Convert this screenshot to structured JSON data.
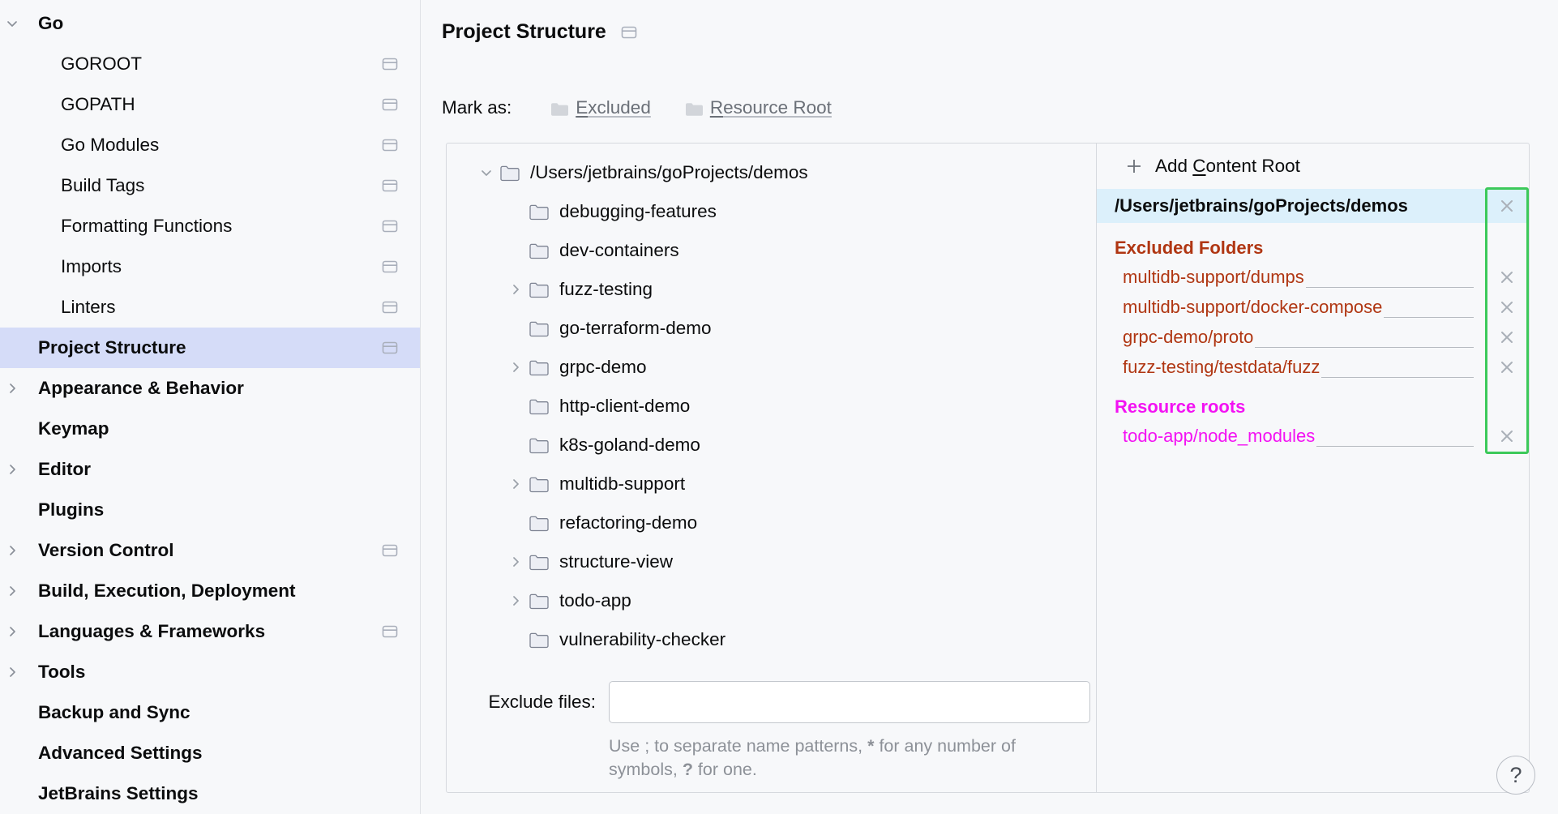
{
  "sidebar": {
    "items": [
      {
        "label": "Go",
        "level": 0,
        "bold": true,
        "twisty": "chevron-down",
        "module_icon": false,
        "selected": false
      },
      {
        "label": "GOROOT",
        "level": 1,
        "bold": false,
        "twisty": "none",
        "module_icon": true,
        "selected": false
      },
      {
        "label": "GOPATH",
        "level": 1,
        "bold": false,
        "twisty": "none",
        "module_icon": true,
        "selected": false
      },
      {
        "label": "Go Modules",
        "level": 1,
        "bold": false,
        "twisty": "none",
        "module_icon": true,
        "selected": false
      },
      {
        "label": "Build Tags",
        "level": 1,
        "bold": false,
        "twisty": "none",
        "module_icon": true,
        "selected": false
      },
      {
        "label": "Formatting Functions",
        "level": 1,
        "bold": false,
        "twisty": "none",
        "module_icon": true,
        "selected": false
      },
      {
        "label": "Imports",
        "level": 1,
        "bold": false,
        "twisty": "none",
        "module_icon": true,
        "selected": false
      },
      {
        "label": "Linters",
        "level": 1,
        "bold": false,
        "twisty": "none",
        "module_icon": true,
        "selected": false
      },
      {
        "label": "Project Structure",
        "level": 0,
        "bold": true,
        "twisty": "none",
        "module_icon": true,
        "selected": true
      },
      {
        "label": "Appearance & Behavior",
        "level": 0,
        "bold": true,
        "twisty": "chevron-right",
        "module_icon": false,
        "selected": false
      },
      {
        "label": "Keymap",
        "level": 0,
        "bold": true,
        "twisty": "none",
        "module_icon": false,
        "selected": false
      },
      {
        "label": "Editor",
        "level": 0,
        "bold": true,
        "twisty": "chevron-right",
        "module_icon": false,
        "selected": false
      },
      {
        "label": "Plugins",
        "level": 0,
        "bold": true,
        "twisty": "none",
        "module_icon": false,
        "selected": false
      },
      {
        "label": "Version Control",
        "level": 0,
        "bold": true,
        "twisty": "chevron-right",
        "module_icon": true,
        "selected": false
      },
      {
        "label": "Build, Execution, Deployment",
        "level": 0,
        "bold": true,
        "twisty": "chevron-right",
        "module_icon": false,
        "selected": false
      },
      {
        "label": "Languages & Frameworks",
        "level": 0,
        "bold": true,
        "twisty": "chevron-right",
        "module_icon": true,
        "selected": false
      },
      {
        "label": "Tools",
        "level": 0,
        "bold": true,
        "twisty": "chevron-right",
        "module_icon": false,
        "selected": false
      },
      {
        "label": "Backup and Sync",
        "level": 0,
        "bold": true,
        "twisty": "none",
        "module_icon": false,
        "selected": false
      },
      {
        "label": "Advanced Settings",
        "level": 0,
        "bold": true,
        "twisty": "none",
        "module_icon": false,
        "selected": false
      },
      {
        "label": "JetBrains Settings",
        "level": 0,
        "bold": true,
        "twisty": "none",
        "module_icon": false,
        "selected": false
      }
    ]
  },
  "header": {
    "title": "Project Structure",
    "module_icon": "module-icon"
  },
  "mark_as": {
    "label": "Mark as:",
    "buttons": [
      {
        "label": "Excluded",
        "accel": "E",
        "rest": "xcluded",
        "icon": "folder-icon"
      },
      {
        "label": "Resource Root",
        "accel": "R",
        "rest": "esource Root",
        "icon": "folder-icon"
      }
    ]
  },
  "tree": {
    "nodes": [
      {
        "label": "/Users/jetbrains/goProjects/demos",
        "depth": 0,
        "twisty": "chevron-down"
      },
      {
        "label": "debugging-features",
        "depth": 1,
        "twisty": "none"
      },
      {
        "label": "dev-containers",
        "depth": 1,
        "twisty": "none"
      },
      {
        "label": "fuzz-testing",
        "depth": 1,
        "twisty": "chevron-right"
      },
      {
        "label": "go-terraform-demo",
        "depth": 1,
        "twisty": "none"
      },
      {
        "label": "grpc-demo",
        "depth": 1,
        "twisty": "chevron-right"
      },
      {
        "label": "http-client-demo",
        "depth": 1,
        "twisty": "none"
      },
      {
        "label": "k8s-goland-demo",
        "depth": 1,
        "twisty": "none"
      },
      {
        "label": "multidb-support",
        "depth": 1,
        "twisty": "chevron-right"
      },
      {
        "label": "refactoring-demo",
        "depth": 1,
        "twisty": "none"
      },
      {
        "label": "structure-view",
        "depth": 1,
        "twisty": "chevron-right"
      },
      {
        "label": "todo-app",
        "depth": 1,
        "twisty": "chevron-right"
      },
      {
        "label": "vulnerability-checker",
        "depth": 1,
        "twisty": "none"
      }
    ]
  },
  "exclude_files": {
    "label": "Exclude files:",
    "value": "",
    "placeholder": "",
    "hint_part1": "Use ; to separate name patterns, ",
    "hint_star": "*",
    "hint_part2": " for any number of symbols, ",
    "hint_q": "?",
    "hint_part3": " for one."
  },
  "roots": {
    "add_button": {
      "label": "Add Content Root",
      "accel": "C",
      "pre": "Add ",
      "rest": "ontent Root",
      "icon": "plus-icon"
    },
    "content_root": "/Users/jetbrains/goProjects/demos",
    "excluded": {
      "heading": "Excluded Folders",
      "color": "#b03612",
      "items": [
        "multidb-support/dumps",
        "multidb-support/docker-compose",
        "grpc-demo/proto",
        "fuzz-testing/testdata/fuzz"
      ]
    },
    "resource": {
      "heading": "Resource roots",
      "color": "#f312f3",
      "items": [
        "todo-app/node_modules"
      ]
    },
    "remove_icon": "close-icon",
    "highlight_color": "#3cc95a"
  },
  "help": {
    "label": "?"
  },
  "colors": {
    "selection": "#d5dcf8",
    "content_root_highlight": "#dcf0fb",
    "excluded": "#b03612",
    "resource": "#f312f3",
    "annotation": "#3cc95a"
  }
}
